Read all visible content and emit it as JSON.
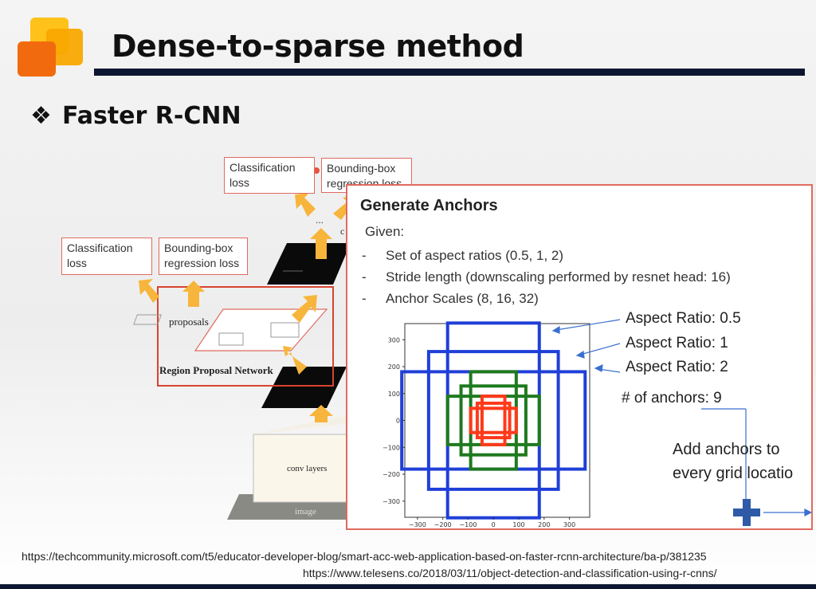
{
  "slide": {
    "title": "Dense-to-sparse method",
    "subtitle": "Faster R-CNN",
    "bullet_symbol": "❖"
  },
  "diagram": {
    "top_cls_loss": "Classification loss",
    "top_bbox_loss": "Bounding-box regression loss",
    "left_cls_loss": "Classification loss",
    "left_bbox_loss": "Bounding-box regression loss",
    "proposals": "proposals",
    "rpn": "Region Proposal Network",
    "conv_layers": "conv layers",
    "image": "image",
    "ellipsis": "..."
  },
  "panel": {
    "title": "Generate Anchors",
    "given": "Given:",
    "items": [
      "Set of aspect ratios (0.5, 1, 2)",
      "Stride length (downscaling performed by resnet head: 16)",
      "Anchor Scales (8, 16, 32)"
    ],
    "annotations": {
      "ar05": "Aspect Ratio: 0.5",
      "ar1": "Aspect Ratio: 1",
      "ar2": "Aspect Ratio: 2",
      "num_anchors": "# of anchors: 9",
      "add_line1": "Add anchors to",
      "add_line2": "every grid locatio"
    }
  },
  "chart_data": {
    "type": "anchor-boxes",
    "xlim": [
      -350,
      380
    ],
    "ylim": [
      -360,
      360
    ],
    "xticks": [
      -300,
      -200,
      -100,
      0,
      100,
      200,
      300
    ],
    "yticks": [
      300,
      200,
      100,
      0,
      -100,
      -200,
      -300
    ],
    "series": [
      {
        "color": "#1f3fd8",
        "boxes": [
          [
            -181,
            -362,
            181,
            362
          ],
          [
            -256,
            -256,
            256,
            256
          ],
          [
            -362,
            -181,
            362,
            181
          ]
        ]
      },
      {
        "color": "#1e7a1e",
        "boxes": [
          [
            -90,
            -181,
            90,
            181
          ],
          [
            -128,
            -128,
            128,
            128
          ],
          [
            -181,
            -90,
            181,
            90
          ]
        ]
      },
      {
        "color": "#ff3a1a",
        "boxes": [
          [
            -45,
            -90,
            45,
            90
          ],
          [
            -64,
            -64,
            64,
            64
          ],
          [
            -90,
            -45,
            90,
            45
          ]
        ]
      }
    ]
  },
  "footer": {
    "url1": "https://techcommunity.microsoft.com/t5/educator-developer-blog/smart-acc-web-application-based-on-faster-rcnn-architecture/ba-p/381235",
    "url2": "https://www.telesens.co/2018/03/11/object-detection-and-classification-using-r-cnns/"
  }
}
